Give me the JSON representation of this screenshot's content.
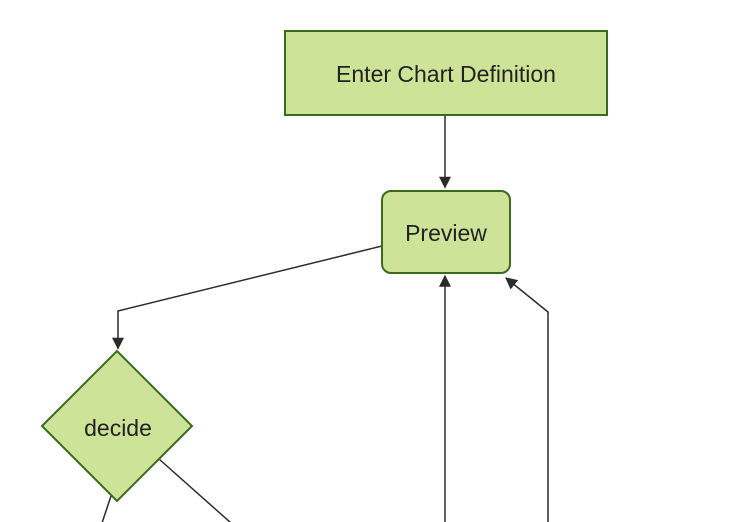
{
  "diagram": {
    "type": "flowchart",
    "background_color": "#ffffff",
    "node_fill_color": "#cde498",
    "node_border_color": "#3a6a1d",
    "edge_color": "#2b2b2b",
    "label_color": "#222222",
    "nodes": [
      {
        "id": "enter-chart-definition",
        "label": "Enter Chart Definition",
        "shape": "rectangle"
      },
      {
        "id": "preview",
        "label": "Preview",
        "shape": "rounded-rectangle"
      },
      {
        "id": "decide",
        "label": "decide",
        "shape": "diamond"
      }
    ],
    "edges": [
      {
        "from": "enter-chart-definition",
        "to": "preview",
        "arrowhead": true
      },
      {
        "from": "preview",
        "to": "decide",
        "arrowhead": true
      },
      {
        "from": "offscreen-bottom",
        "to": "preview",
        "arrowhead": true
      },
      {
        "from": "offscreen-bottom",
        "to": "preview-corner",
        "arrowhead": true
      },
      {
        "from": "decide",
        "to": "offscreen-bottom-right",
        "arrowhead": false
      },
      {
        "from": "decide",
        "to": "offscreen-bottom-left",
        "arrowhead": false
      }
    ]
  }
}
